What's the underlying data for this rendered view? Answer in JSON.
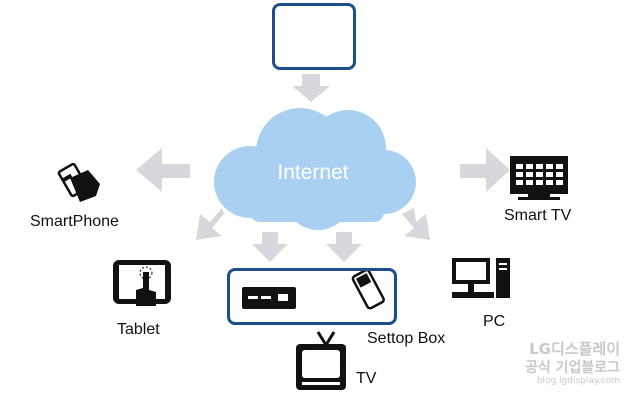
{
  "cloud": {
    "label": "Internet",
    "color": "#a9d0f0"
  },
  "colors": {
    "arrow": "#d6d8db",
    "box_border": "#1e4f8c",
    "icon": "#111111"
  },
  "devices": {
    "smartphone": {
      "label": "SmartPhone",
      "icon": "smartphone-hand-icon"
    },
    "tablet": {
      "label": "Tablet",
      "icon": "tablet-touch-icon"
    },
    "settop": {
      "label": "Settop Box",
      "icon": "settop-box-icon"
    },
    "usb": {
      "icon": "usb-dongle-icon"
    },
    "tv": {
      "label": "TV",
      "icon": "crt-tv-icon"
    },
    "smart_tv": {
      "label": "Smart TV",
      "icon": "smart-tv-icon"
    },
    "pc": {
      "label": "PC",
      "icon": "desktop-pc-icon"
    },
    "media": {
      "icon": "media-content-icon"
    }
  },
  "watermark": {
    "line1": "LG디스플레이",
    "line2": "공식 기업블로그",
    "line3": "blog.lgdisplay.com"
  }
}
